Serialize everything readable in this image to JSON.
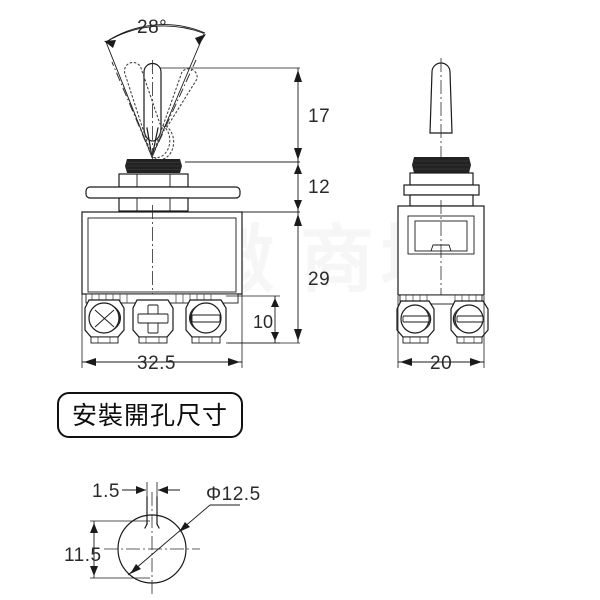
{
  "document": {
    "title": "Toggle Switch Dimensional Drawing",
    "units": "mm",
    "background_color": "#ffffff",
    "line_color": "#1a1a1a"
  },
  "views": {
    "front": {
      "name": "front-view",
      "dimensions": {
        "toggle_angle": "28°",
        "lever_height": "17",
        "bushing_height": "12",
        "body_height": "29",
        "terminal_height": "10",
        "body_width": "32.5"
      }
    },
    "side": {
      "name": "side-view",
      "dimensions": {
        "body_depth": "20"
      }
    },
    "panel_cutout": {
      "name": "panel-cutout-view",
      "label": "安裝開孔尺寸",
      "dimensions": {
        "key_width": "1.5",
        "hole_diameter": "Φ12.5",
        "key_height": "11.5"
      }
    }
  },
  "labels": {
    "angle_28": "28°",
    "dim_17": "17",
    "dim_12": "12",
    "dim_29": "29",
    "dim_10": "10",
    "dim_32_5": "32.5",
    "dim_20": "20",
    "dim_1_5": "1.5",
    "dim_diameter": "Φ12.5",
    "dim_11_5": "11.5",
    "cutout_title": "安裝開孔尺寸"
  },
  "watermark": {
    "text": "微"
  }
}
